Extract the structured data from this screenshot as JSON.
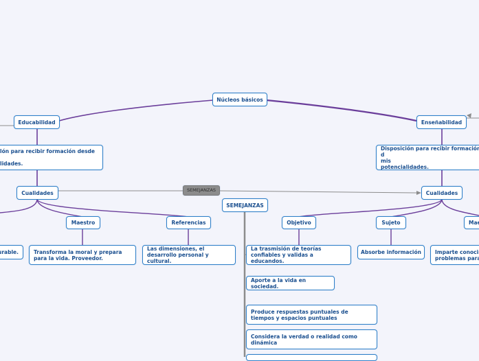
{
  "colors": {
    "purple": "#6a3d9a",
    "gray_line": "#8c8c8c",
    "node_border": "#2d7fc8",
    "node_text": "#1a4f8f",
    "background": "#f3f4fb"
  },
  "root": {
    "label": "Núcleos básicos"
  },
  "left": {
    "branch": "Educabilidad",
    "description": "lón para recibir formación desde\n\nlidades.",
    "qualities": "Cualidades",
    "children": [
      "Maestro",
      "Referencias"
    ],
    "items": [
      "urable.",
      "Transforma la moral y prepara para la vida. Proveedor.",
      "Las dimensiones, el desarrollo personal y cultural."
    ]
  },
  "right": {
    "branch": "Enseñabilidad",
    "description": "Disposición para recibir formación d\nmis\npotencialidades.",
    "qualities": "Cualidades",
    "children": [
      "Objetivo",
      "Sujeto",
      "Mae"
    ],
    "items": [
      "La trasmisión de teorías confiables y validas a educandos.",
      "Absorbe información",
      "Imparte conocir\nproblemas para"
    ]
  },
  "connector_label": "SEMEJANZAS",
  "semejanzas": {
    "title": "SEMEJANZAS",
    "items": [
      "Aporte a la vida en sociedad.",
      "Produce respuestas puntuales de tiempos y espacios puntuales",
      "Considera la verdad o realidad como dinámica"
    ]
  }
}
